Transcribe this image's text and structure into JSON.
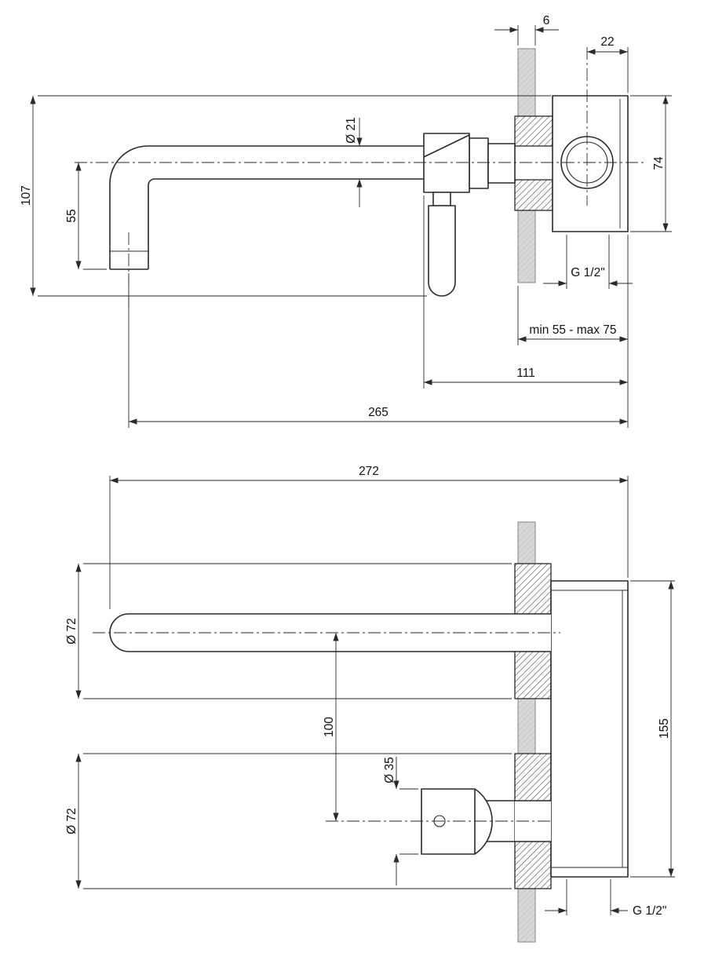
{
  "drawing": {
    "colors": {
      "line": "#2a2a2a",
      "wall_fill": "#d8d8d8"
    },
    "top_view": {
      "total_height": "107",
      "spout_drop": "55",
      "spout_diameter": "Ø 21",
      "wall_thickness": "6",
      "center_to_cover": "22",
      "body_height": "74",
      "installation_depth": "min 55 - max 75",
      "body_length": "111",
      "spout_reach": "265",
      "thread": "G 1/2\""
    },
    "plan_view": {
      "overall_length": "272",
      "spout_escutcheon_diameter": "Ø 72",
      "handle_escutcheon_diameter": "Ø 72",
      "axis_distance": "100",
      "handle_base_diameter": "Ø 35",
      "body_height": "155",
      "thread": "G 1/2\""
    }
  }
}
